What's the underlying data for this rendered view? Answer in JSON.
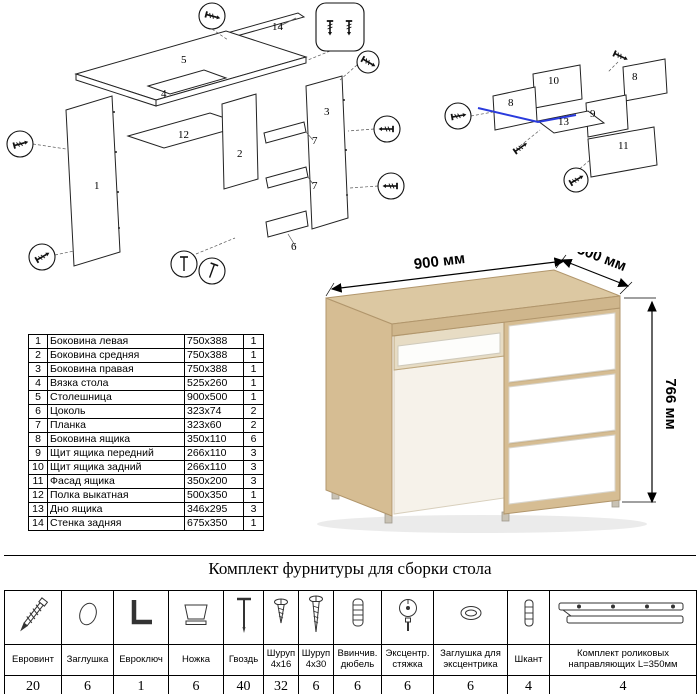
{
  "diagram_left": {
    "labels": [
      "14",
      "5",
      "4",
      "12",
      "2",
      "1",
      "3",
      "7",
      "7",
      "6"
    ]
  },
  "diagram_right": {
    "labels": [
      "10",
      "8",
      "8",
      "9",
      "13",
      "11"
    ]
  },
  "desk": {
    "width_label": "900 мм",
    "depth_label": "500 мм",
    "height_label": "766 мм"
  },
  "parts_table": {
    "rows": [
      {
        "num": "1",
        "name": "Боковина левая",
        "size": "750x388",
        "qty": "1"
      },
      {
        "num": "2",
        "name": "Боковина средняя",
        "size": "750x388",
        "qty": "1"
      },
      {
        "num": "3",
        "name": "Боковина правая",
        "size": "750x388",
        "qty": "1"
      },
      {
        "num": "4",
        "name": "Вязка стола",
        "size": "525x260",
        "qty": "1"
      },
      {
        "num": "5",
        "name": "Столешница",
        "size": "900x500",
        "qty": "1"
      },
      {
        "num": "6",
        "name": "Цоколь",
        "size": "323x74",
        "qty": "2"
      },
      {
        "num": "7",
        "name": "Планка",
        "size": "323x60",
        "qty": "2"
      },
      {
        "num": "8",
        "name": "Боковина ящика",
        "size": "350x110",
        "qty": "6"
      },
      {
        "num": "9",
        "name": "Щит ящика передний",
        "size": "266x110",
        "qty": "3"
      },
      {
        "num": "10",
        "name": "Щит ящика задний",
        "size": "266x110",
        "qty": "3"
      },
      {
        "num": "11",
        "name": "Фасад ящика",
        "size": "350x200",
        "qty": "3"
      },
      {
        "num": "12",
        "name": "Полка выкатная",
        "size": "500x350",
        "qty": "1"
      },
      {
        "num": "13",
        "name": "Дно ящика",
        "size": "346x295",
        "qty": "3"
      },
      {
        "num": "14",
        "name": "Стенка задняя",
        "size": "675x350",
        "qty": "1"
      }
    ]
  },
  "hardware_section": {
    "title": "Комплект фурнитуры для сборки стола",
    "items": [
      {
        "label": "Евровинт",
        "qty": "20",
        "icon": "confirmat-screw-icon"
      },
      {
        "label": "Заглушка",
        "qty": "6",
        "icon": "cap-icon"
      },
      {
        "label": "Евроключ",
        "qty": "1",
        "icon": "hex-key-icon"
      },
      {
        "label": "Ножка",
        "qty": "6",
        "icon": "foot-icon"
      },
      {
        "label": "Гвоздь",
        "qty": "40",
        "icon": "nail-icon"
      },
      {
        "label": "Шуруп 4x16",
        "qty": "32",
        "icon": "screw-short-icon"
      },
      {
        "label": "Шуруп 4x30",
        "qty": "6",
        "icon": "screw-long-icon"
      },
      {
        "label": "Ввинчив. дюбель",
        "qty": "6",
        "icon": "threaded-dowel-icon"
      },
      {
        "label": "Эксцентр. стяжка",
        "qty": "6",
        "icon": "cam-lock-icon"
      },
      {
        "label": "Заглушка для эксцентрика",
        "qty": "6",
        "icon": "cam-cap-icon"
      },
      {
        "label": "Шкант",
        "qty": "4",
        "icon": "wooden-dowel-icon"
      },
      {
        "label": "Комплект роликовых направляющих L=350мм",
        "qty": "4",
        "icon": "drawer-slides-icon"
      }
    ]
  }
}
